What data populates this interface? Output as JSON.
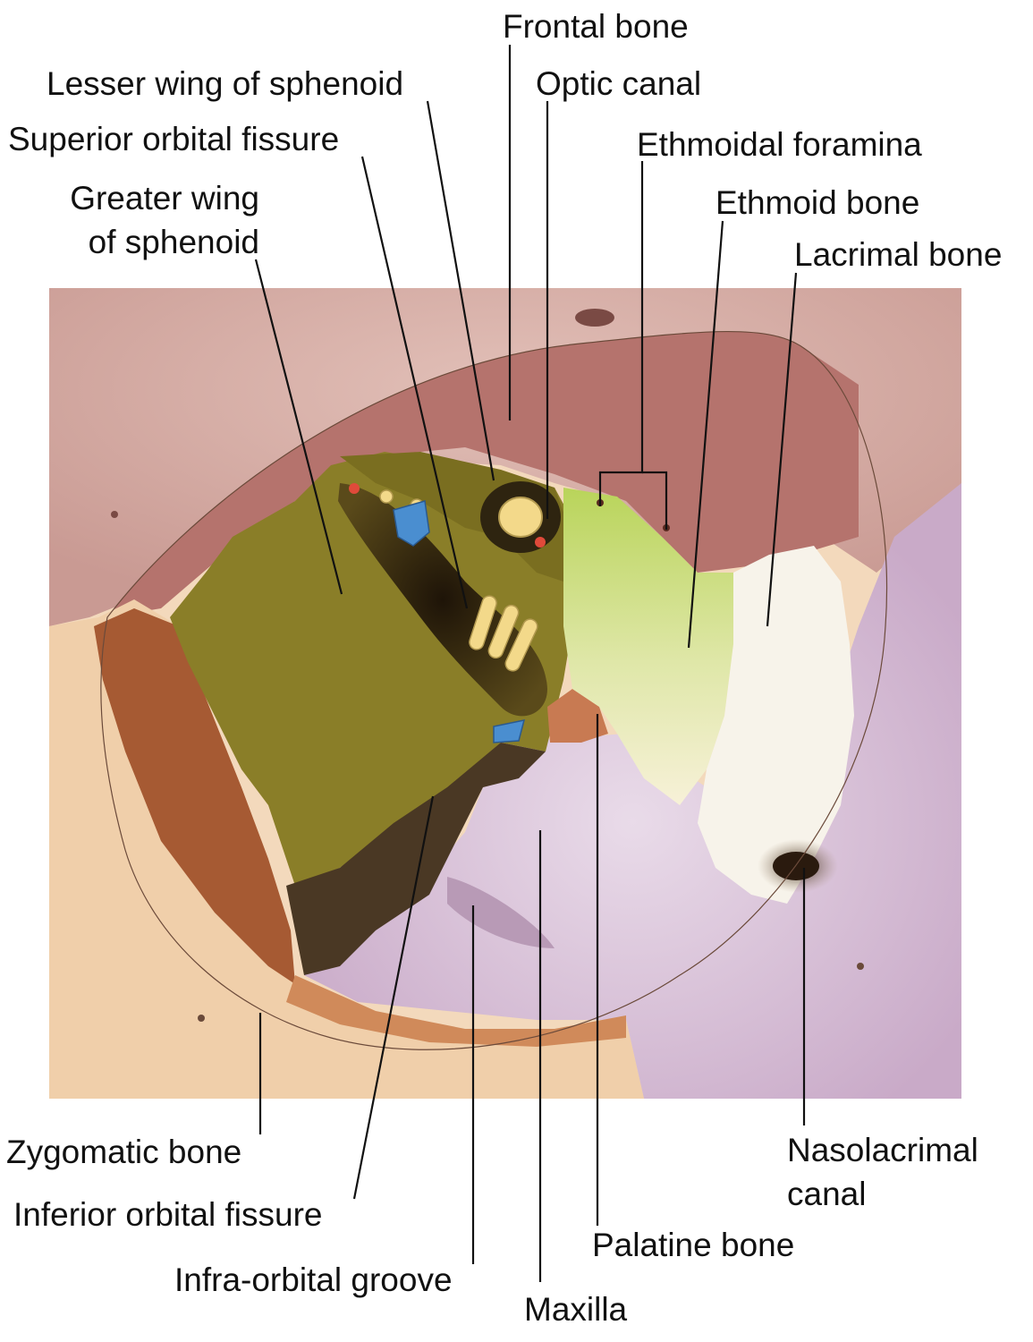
{
  "labels": {
    "frontal_bone": "Frontal bone",
    "lesser_wing": "Lesser wing of sphenoid",
    "optic_canal": "Optic canal",
    "superior_orbital_fissure": "Superior orbital fissure",
    "ethmoidal_foramina": "Ethmoidal foramina",
    "greater_wing_line1": "Greater wing",
    "greater_wing_line2": "of sphenoid",
    "ethmoid_bone": "Ethmoid bone",
    "lacrimal_bone": "Lacrimal bone",
    "zygomatic_bone": "Zygomatic bone",
    "inferior_orbital_fissure": "Inferior orbital fissure",
    "infraorbital_groove": "Infra-orbital groove",
    "maxilla": "Maxilla",
    "palatine_bone": "Palatine bone",
    "nasolacrimal_line1": "Nasolacrimal",
    "nasolacrimal_line2": "canal"
  },
  "colors": {
    "frontal": "#b67a74",
    "frontal_light": "#e6c5bd",
    "zygomatic": "#a65a33",
    "zygomatic_face": "#f2d5b5",
    "greater_wing": "#8a7e28",
    "greater_wing_dark": "#6e621c",
    "fissure": "#3a2a14",
    "ethmoid": "#c9dd78",
    "ethmoid_pale": "#f3ecc9",
    "lacrimal": "#f7f3ea",
    "maxilla": "#d5b9d4",
    "maxilla_light": "#e7d6e6",
    "infra_groove": "#5a4630",
    "palatine": "#c87a52",
    "nerve": "#f3d98a",
    "vein": "#4a8ed0",
    "artery": "#e04a3a",
    "leader": "#111111"
  }
}
